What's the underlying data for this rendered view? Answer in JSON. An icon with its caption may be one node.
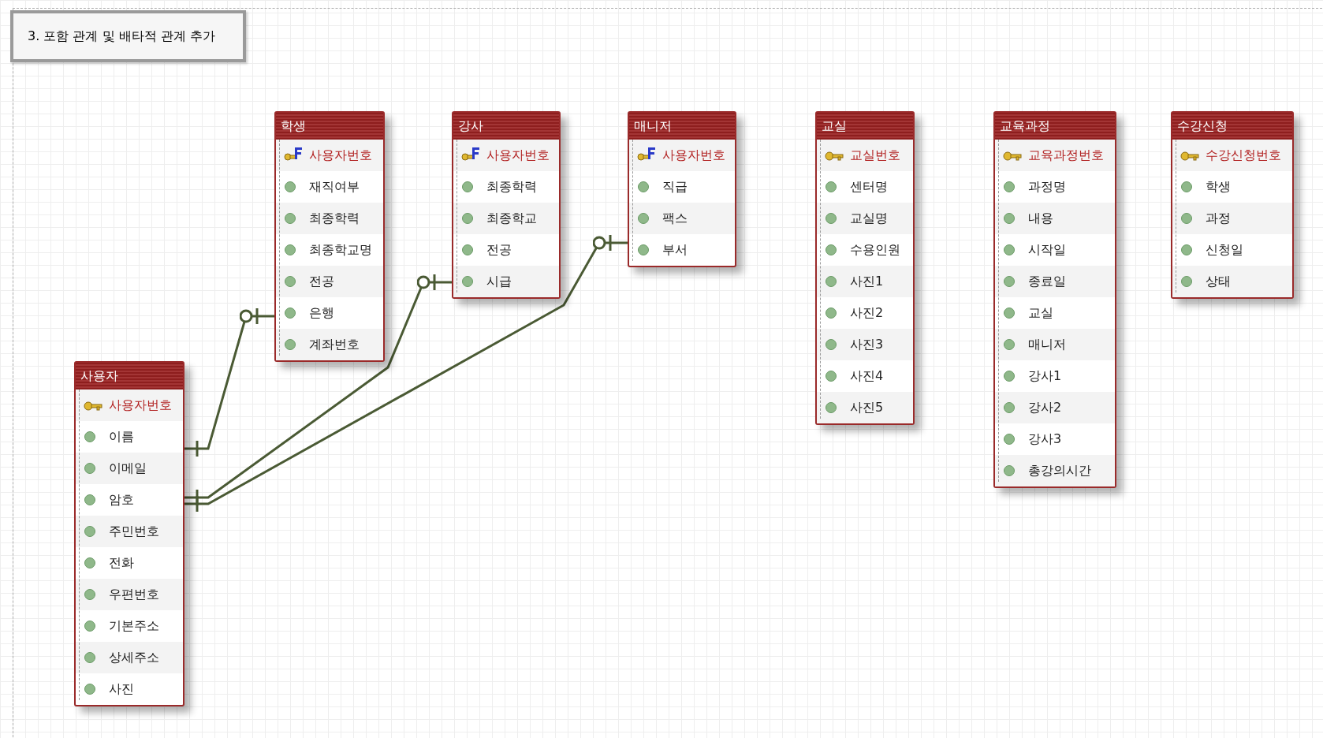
{
  "diagram": {
    "title": "3. 포함 관계 및 배타적 관계 추가",
    "nodes": [
      {
        "text": [
          "학생",
          "사용자번호",
          "재직여부",
          "최종학력",
          "최종학교명",
          "전공",
          "은행",
          "계좌번호"
        ]
      },
      {
        "text": [
          "강사",
          "사용자번호",
          "최종학력",
          "최종학교",
          "전공",
          "시급"
        ]
      },
      {
        "text": [
          "매니저",
          "사용자번호",
          "직급",
          "팩스",
          "부서"
        ]
      },
      {
        "text": [
          "교실",
          "교실번호",
          "센터명",
          "교실명",
          "수용인원",
          "사진1",
          "사진2",
          "사진3",
          "사진4",
          "사진5"
        ]
      },
      {
        "text": [
          "교육과정",
          "교육과정번호",
          "과정명",
          "내용",
          "시작일",
          "종료일",
          "교실",
          "매니저",
          "강사1",
          "강사2",
          "강사3",
          "총강의시간"
        ]
      },
      {
        "text": [
          "수강신청",
          "수강신청번호",
          "학생",
          "과정",
          "신청일",
          "상태"
        ]
      },
      {
        "text": [
          "사용자",
          "사용자번호",
          "이름",
          "이메일",
          "암호",
          "주민번호",
          "전화",
          "우편번호",
          "기본주소",
          "상세주소",
          "사진"
        ]
      }
    ],
    "edges": [
      {
        "from": 6,
        "to": 0,
        "arrow": "other"
      },
      {
        "from": 6,
        "to": 1,
        "arrow": "other"
      },
      {
        "from": 6,
        "to": 2,
        "arrow": "other"
      }
    ]
  }
}
